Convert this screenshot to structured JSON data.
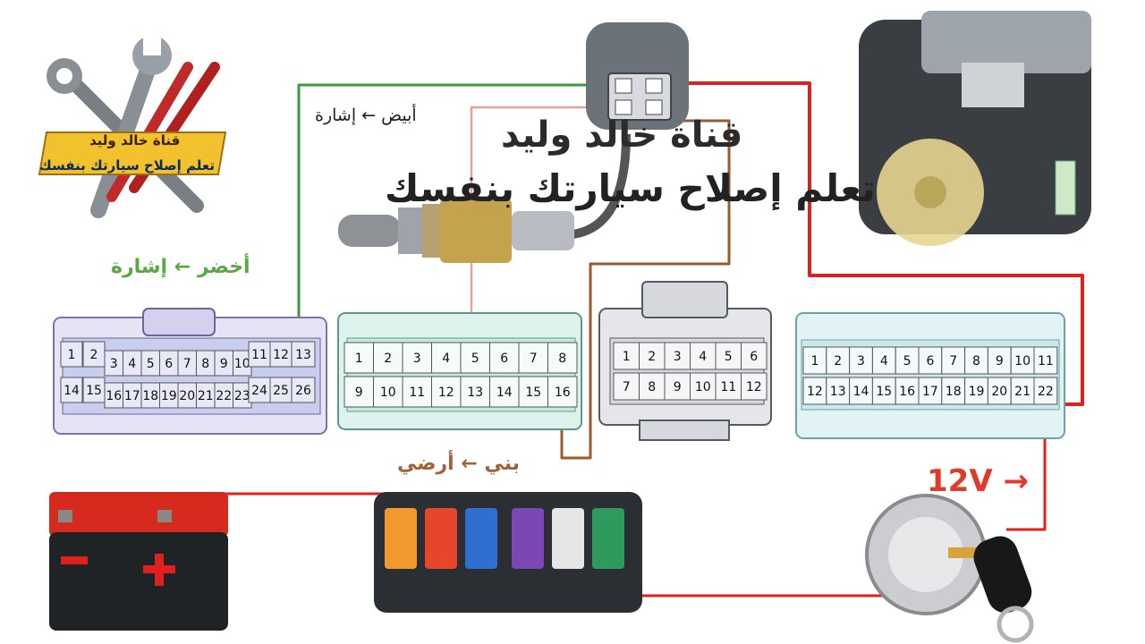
{
  "channel": {
    "name": "قناة خالد وليد",
    "tagline": "تعلم إصلاح سيارتك بنفسك"
  },
  "logo": {
    "line1": "قناة خالد وليد",
    "line2": "تعلم إصلاح سيارتك بنفسك"
  },
  "labels": {
    "white_signal": "أبيض ← إشارة",
    "green_signal": "أخضر ← إشارة",
    "brown_ground": "بني ← أرضي",
    "voltage": "12V →"
  },
  "colors": {
    "green_wire": "#3b9a3b",
    "white_wire": "#e8a0a0",
    "brown_wire": "#9a5a2e",
    "red_wire": "#e0201a"
  },
  "connectors": {
    "c1": {
      "pins": [
        "1",
        "2",
        "3",
        "4",
        "5",
        "6",
        "7",
        "8",
        "9",
        "10",
        "11",
        "12",
        "13",
        "14",
        "15",
        "16",
        "17",
        "18",
        "19",
        "20",
        "21",
        "22",
        "23",
        "24",
        "25",
        "26"
      ]
    },
    "c2": {
      "pins": [
        "1",
        "2",
        "3",
        "4",
        "5",
        "6",
        "7",
        "8",
        "9",
        "10",
        "11",
        "12",
        "13",
        "14",
        "15",
        "16"
      ]
    },
    "c3": {
      "pins": [
        "1",
        "2",
        "3",
        "4",
        "5",
        "6",
        "7",
        "8",
        "9",
        "10",
        "11",
        "12"
      ]
    },
    "c4": {
      "pins": [
        "1",
        "2",
        "3",
        "4",
        "5",
        "6",
        "7",
        "8",
        "9",
        "10",
        "11",
        "12",
        "13",
        "14",
        "15",
        "16",
        "17",
        "18",
        "19",
        "20",
        "21",
        "22"
      ]
    }
  },
  "icons": [
    "tools-logo-icon",
    "o2-sensor-icon",
    "engine-icon",
    "battery-icon",
    "fuse-box-icon",
    "ignition-switch-icon",
    "key-icon"
  ]
}
